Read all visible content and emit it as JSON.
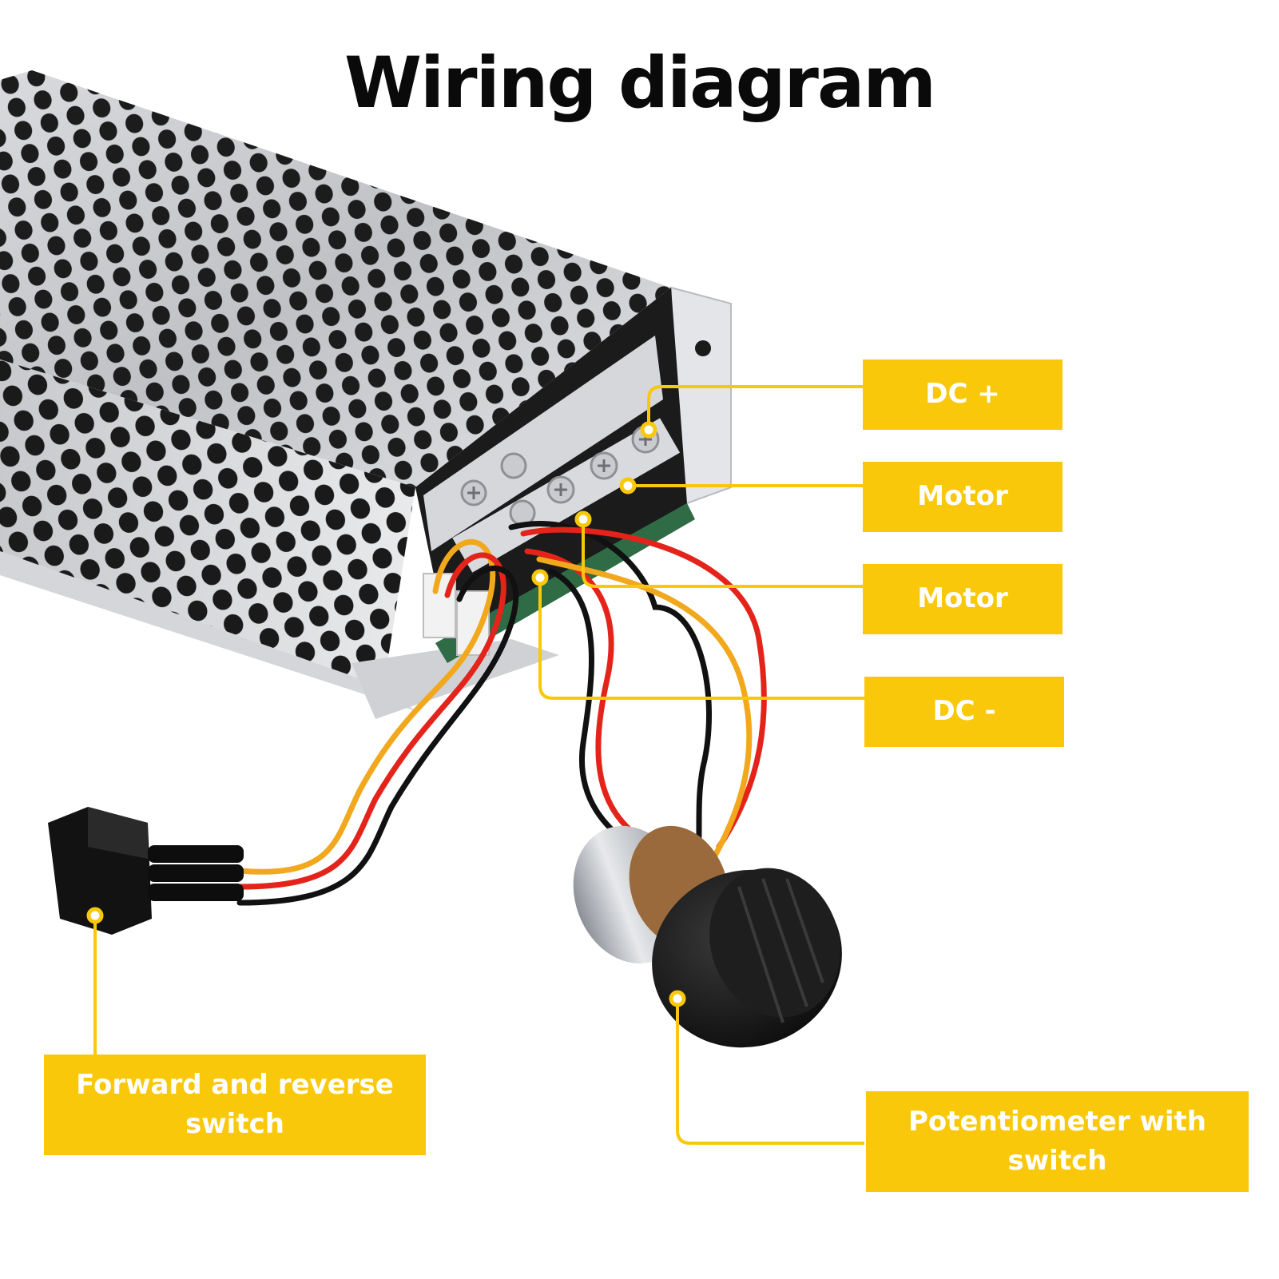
{
  "title": "Wiring diagram",
  "colors": {
    "accent": "#f9c80a",
    "label_text": "#ffffff",
    "title_text": "#0a0a0a",
    "wire_red": "#e4241a",
    "wire_yellow": "#f2a81d",
    "wire_black": "#111111"
  },
  "labels": {
    "dc_plus": "DC +",
    "motor_1": "Motor",
    "motor_2": "Motor",
    "dc_minus": "DC -",
    "switch_line1": "Forward and reverse",
    "switch_line2": "switch",
    "pot_line1": "Potentiometer with",
    "pot_line2": "switch"
  }
}
